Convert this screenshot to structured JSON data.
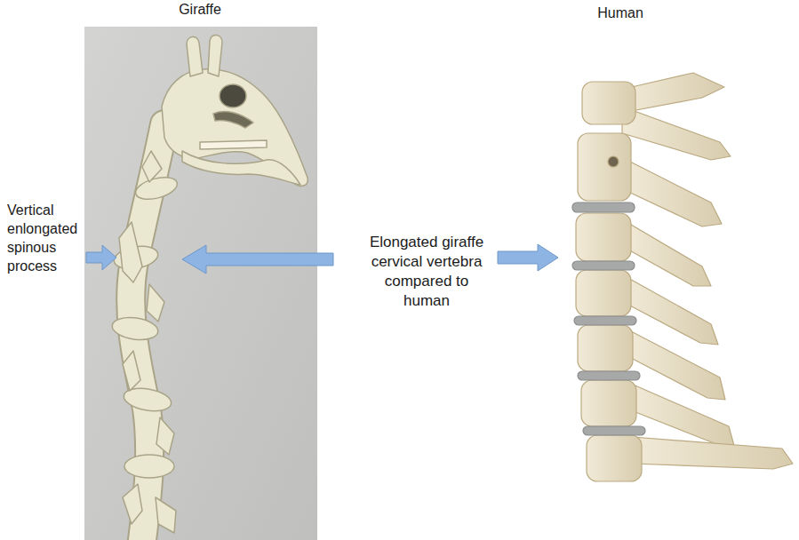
{
  "diagram": {
    "labels": [
      "Giraffe",
      "Human",
      "Vertical enlongated spinous process",
      "Elongated giraffe cervical vertebra compared to human"
    ]
  }
}
